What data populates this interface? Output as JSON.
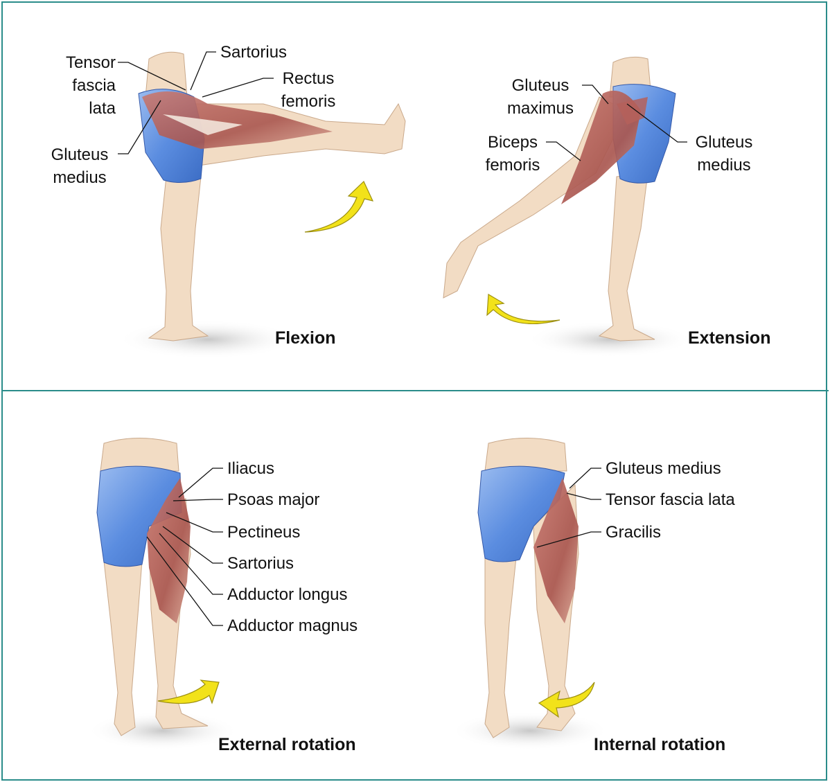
{
  "panels": {
    "flexion": {
      "caption": "Flexion",
      "labels": {
        "tensor": [
          "Tensor",
          "fascia",
          "lata"
        ],
        "sartorius": "Sartorius",
        "rectus": [
          "Rectus",
          "femoris"
        ],
        "gluteus_medius": [
          "Gluteus",
          "medius"
        ]
      }
    },
    "extension": {
      "caption": "Extension",
      "labels": {
        "gluteus_maximus": [
          "Gluteus",
          "maximus"
        ],
        "biceps": [
          "Biceps",
          "femoris"
        ],
        "gluteus_medius": [
          "Gluteus",
          "medius"
        ]
      }
    },
    "external_rotation": {
      "caption": "External rotation",
      "labels": [
        "Iliacus",
        "Psoas major",
        "Pectineus",
        "Sartorius",
        "Adductor longus",
        "Adductor magnus"
      ]
    },
    "internal_rotation": {
      "caption": "Internal rotation",
      "labels": [
        "Gluteus medius",
        "Tensor fascia lata",
        "Gracilis"
      ]
    }
  },
  "colors": {
    "border": "#2a8c8a",
    "shorts": "#5b8de0",
    "skin": "#f2dcc4",
    "muscle": "#b5605a",
    "arrow": "#f2e21a"
  },
  "icons": [
    "curved-arrow-icon"
  ]
}
